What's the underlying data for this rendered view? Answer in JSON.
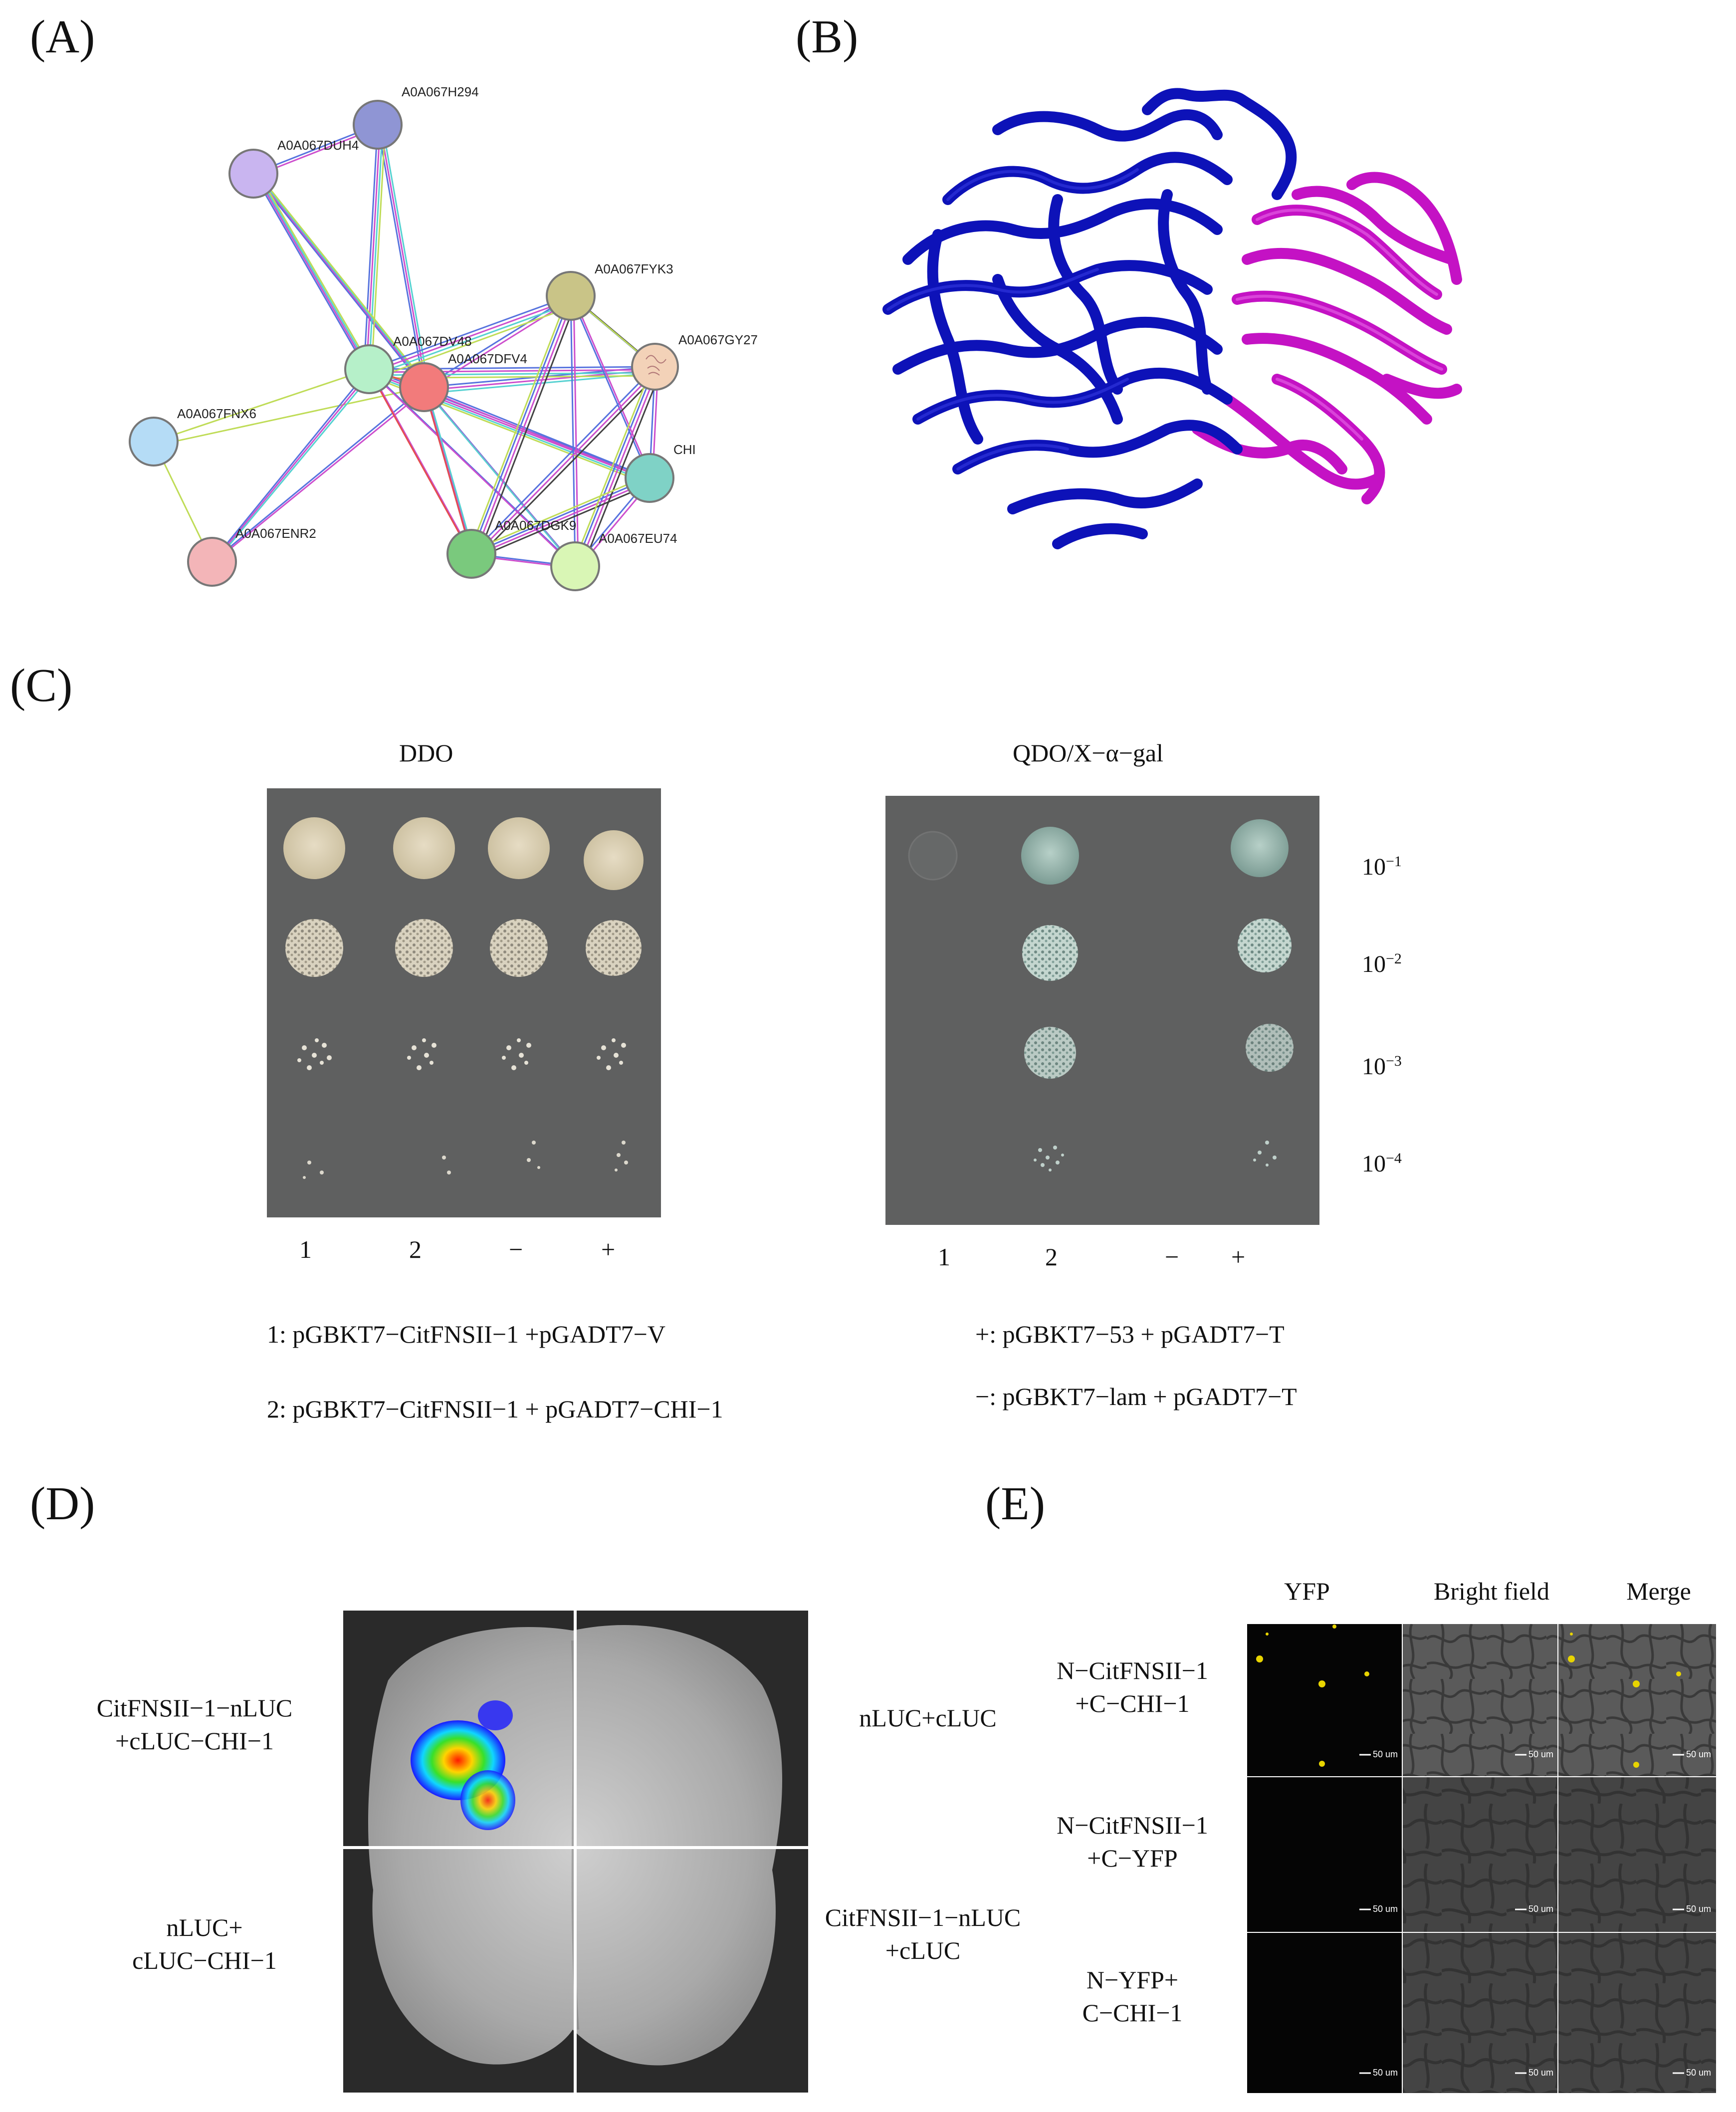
{
  "panels": {
    "A": {
      "label": "(A)",
      "nodes": [
        {
          "id": "A0A067H294",
          "label": "A0A067H294",
          "color": "#8f95d4"
        },
        {
          "id": "A0A067DUH4",
          "label": "A0A067DUH4",
          "color": "#c9b5f0"
        },
        {
          "id": "A0A067FYK3",
          "label": "A0A067FYK3",
          "color": "#c9c487"
        },
        {
          "id": "A0A067GY27",
          "label": "A0A067GY27",
          "color": "#f3d2b8"
        },
        {
          "id": "A0A067DV48",
          "label": "A0A067DV48",
          "color": "#b6f0c9"
        },
        {
          "id": "A0A067DFV4",
          "label": "A0A067DFV4",
          "color": "#f27b7b"
        },
        {
          "id": "A0A067FNX6",
          "label": "A0A067FNX6",
          "color": "#b5dcf6"
        },
        {
          "id": "CHI",
          "label": "CHI",
          "color": "#7fd2c6"
        },
        {
          "id": "A0A067ENR2",
          "label": "A0A067ENR2",
          "color": "#f3b5b8"
        },
        {
          "id": "A0A067DGK9",
          "label": "A0A067DGK9",
          "color": "#7ac97d"
        },
        {
          "id": "A0A067EU74",
          "label": "A0A067EU74",
          "color": "#d9f6b5"
        }
      ]
    },
    "B": {
      "label": "(B)",
      "colors": {
        "chain1": "#0d12b8",
        "chain2": "#c412c4"
      }
    },
    "C": {
      "label": "(C)",
      "plate1_title": "DDO",
      "plate2_title": "QDO/X−α−gal",
      "columns1": [
        "1",
        "2",
        "−",
        "+"
      ],
      "columns2": [
        "1",
        "2",
        "−",
        "+"
      ],
      "dilutions": [
        {
          "base": "10",
          "exp": "−1"
        },
        {
          "base": "10",
          "exp": "−2"
        },
        {
          "base": "10",
          "exp": "−3"
        },
        {
          "base": "10",
          "exp": "−4"
        }
      ],
      "legend": {
        "l1": "1: pGBKT7−CitFNSII−1 +pGADT7−V",
        "l2": "2: pGBKT7−CitFNSII−1 + pGADT7−CHI−1",
        "l3": "+: pGBKT7−53 + pGADT7−T",
        "l4": "−: pGBKT7−lam + pGADT7−T"
      }
    },
    "D": {
      "label": "(D)",
      "tl": [
        "CitFNSII−1−nLUC",
        "+cLUC−CHI−1"
      ],
      "tr": [
        "nLUC+cLUC"
      ],
      "bl": [
        "nLUC+",
        "cLUC−CHI−1"
      ],
      "br": [
        "CitFNSII−1−nLUC",
        "+cLUC"
      ]
    },
    "E": {
      "label": "(E)",
      "columns": [
        "YFP",
        "Bright field",
        "Merge"
      ],
      "rows": [
        [
          "N−CitFNSII−1",
          "+C−CHI−1"
        ],
        [
          "N−CitFNSII−1",
          "+C−YFP"
        ],
        [
          "N−YFP+",
          "C−CHI−1"
        ]
      ],
      "scale_text": "50 um"
    }
  }
}
